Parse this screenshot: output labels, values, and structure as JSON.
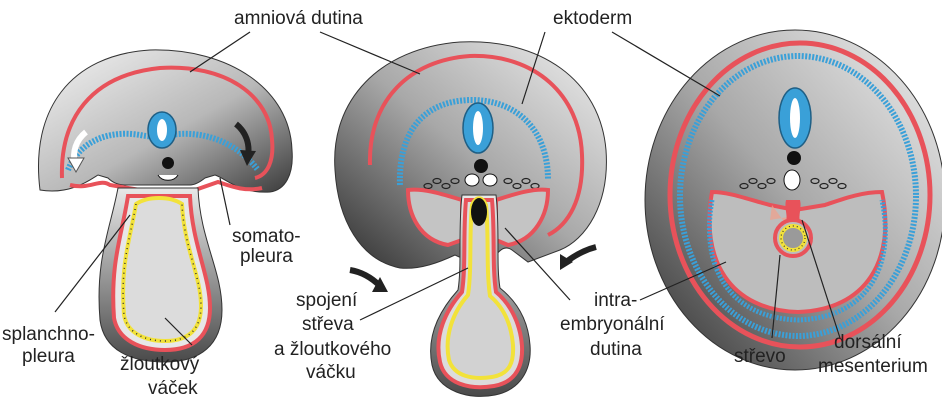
{
  "labels": {
    "amnion_cavity": "amniová dutina",
    "ectoderm": "ektoderm",
    "somatopleura_1": "somato-",
    "somatopleura_2": "pleura",
    "splanchnopleura_1": "splanchno-",
    "splanchnopleura_2": "pleura",
    "yolk_sac_1": "žloutkový",
    "yolk_sac_2": "váček",
    "junction_1": "spojení",
    "junction_2": "střeva",
    "junction_3": "a žloutkového",
    "junction_4": "váčku",
    "intraembryonic_1": "intra-",
    "intraembryonic_2": "embryonální",
    "intraembryonic_3": "dutina",
    "gut": "střevo",
    "dorsal_mesentery_1": "dorsální",
    "dorsal_mesentery_2": "mesenterium"
  },
  "colors": {
    "membrane_red": "#e8525a",
    "ectoderm_blue": "#3aa0d8",
    "endoderm_yellow": "#f2e23a",
    "mesoderm_dark": "#1a1a1a",
    "body_gray": "#8a8a8a"
  }
}
